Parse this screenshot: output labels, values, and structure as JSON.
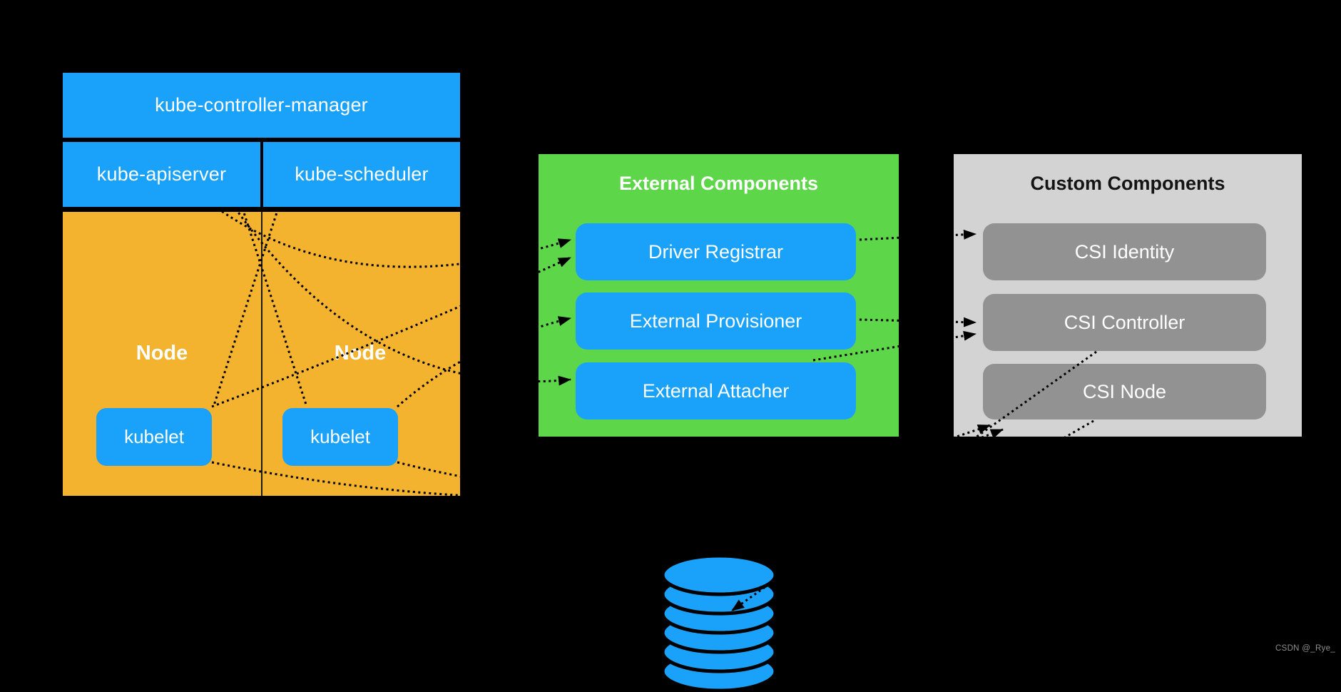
{
  "control_plane": {
    "manager": "kube-controller-manager",
    "apiserver": "kube-apiserver",
    "scheduler": "kube-scheduler",
    "nodes": [
      {
        "label": "Node",
        "kubelet": "kubelet"
      },
      {
        "label": "Node",
        "kubelet": "kubelet"
      }
    ]
  },
  "external": {
    "title": "External Components",
    "items": [
      "Driver Registrar",
      "External Provisioner",
      "External Attacher"
    ]
  },
  "custom": {
    "title": "Custom Components",
    "items": [
      "CSI Identity",
      "CSI Controller",
      "CSI Node"
    ]
  },
  "storage": {
    "icon": "database-stack-icon"
  },
  "watermark": {
    "text": "CSDN @_Rye_"
  },
  "colors": {
    "blue": "#1AA2FA",
    "orange": "#F4B32F",
    "green": "#5ED64A",
    "gray_light": "#D3D3D3",
    "gray_dark": "#929292",
    "background": "#000000",
    "connector": "#000000"
  }
}
